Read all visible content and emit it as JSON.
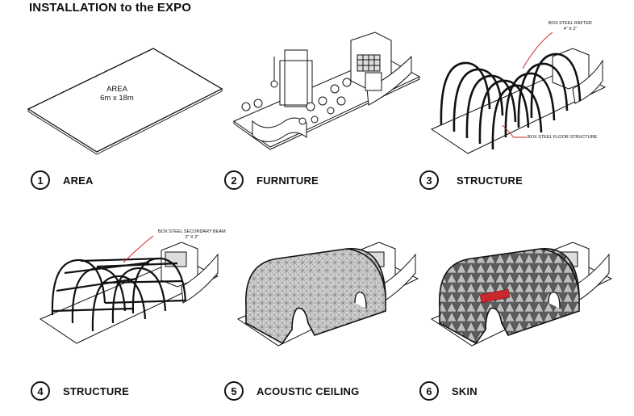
{
  "title": "INSTALLATION to the EXPO",
  "steps": [
    {
      "number": "1",
      "label": "AREA"
    },
    {
      "number": "2",
      "label": "FURNITURE"
    },
    {
      "number": "3",
      "label": "STRUCTURE"
    },
    {
      "number": "4",
      "label": "STRUCTURE"
    },
    {
      "number": "5",
      "label": "ACOUSTIC CEILING"
    },
    {
      "number": "6",
      "label": "SKIN"
    }
  ],
  "area": {
    "line1": "AREA",
    "line2": "6m x 18m"
  },
  "notes": {
    "rafter": {
      "line1": "BOX STEEL RAFTER",
      "line2": "4\" X 2\""
    },
    "floor": "BOX STEEL FLOOR STRUCTURE",
    "secondary": {
      "line1": "BOX STEEL SECONDARY BEAM",
      "line2": "2\" X 2\""
    }
  },
  "colors": {
    "line": "#111111",
    "callout": "#d01a1a",
    "skin": "#6f6f6f",
    "ceiling": "#c9c9c9",
    "accent": "#c8282e"
  }
}
